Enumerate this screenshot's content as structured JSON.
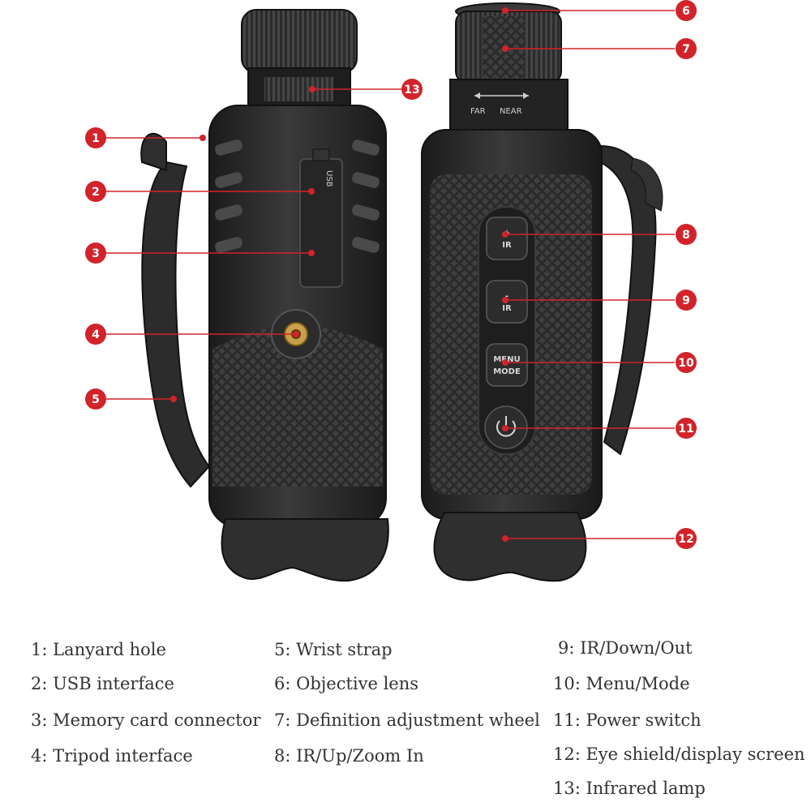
{
  "colors": {
    "callout": "#d2232a",
    "body": "#222222",
    "background": "#ffffff"
  },
  "device_text": {
    "usb_label": "USB",
    "far": "FAR",
    "near": "NEAR",
    "btn8_line1": "+",
    "btn8_line2": "IR",
    "btn9_line1": "-",
    "btn9_line2": "IR",
    "btn10_line1": "MENU",
    "btn10_line2": "MODE"
  },
  "callouts": [
    {
      "number": "1"
    },
    {
      "number": "2"
    },
    {
      "number": "3"
    },
    {
      "number": "4"
    },
    {
      "number": "5"
    },
    {
      "number": "6"
    },
    {
      "number": "7"
    },
    {
      "number": "8"
    },
    {
      "number": "9"
    },
    {
      "number": "10"
    },
    {
      "number": "11"
    },
    {
      "number": "12"
    },
    {
      "number": "13"
    }
  ],
  "legend": [
    {
      "text": "1: Lanyard hole"
    },
    {
      "text": "2: USB interface"
    },
    {
      "text": "3: Memory card connector"
    },
    {
      "text": "4: Tripod interface"
    },
    {
      "text": "5: Wrist strap"
    },
    {
      "text": "6: Objective lens"
    },
    {
      "text": "7: Definition adjustment wheel"
    },
    {
      "text": "8: IR/Up/Zoom In"
    },
    {
      "text": "9: IR/Down/Out"
    },
    {
      "text": "10: Menu/Mode"
    },
    {
      "text": "11: Power switch"
    },
    {
      "text": "12: Eye shield/display screen"
    },
    {
      "text": "13: Infrared lamp"
    }
  ]
}
